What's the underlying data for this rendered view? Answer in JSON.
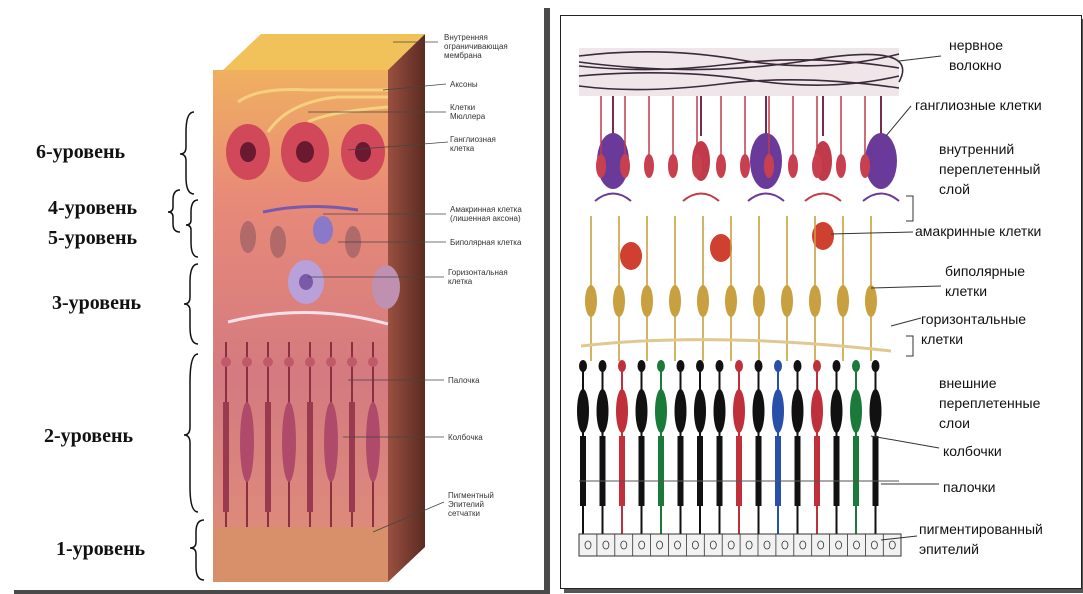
{
  "left": {
    "levels": [
      "6-уровень",
      "4-уровень",
      "5-уровень",
      "3-уровень",
      "2-уровень",
      "1-уровень"
    ],
    "labels": [
      [
        "Внутренняя",
        "ограничивающая",
        "мембрана"
      ],
      [
        "Аксоны"
      ],
      [
        "Клетки",
        "Мюллера"
      ],
      [
        "Ганглиозная",
        "клетка"
      ],
      [
        "Амакринная клетка",
        "(лишенная аксона)"
      ],
      [
        "Биполярная клетка"
      ],
      [
        "Горизонтальная",
        "клетка"
      ],
      [
        "Палочка"
      ],
      [
        "Колбочка"
      ],
      [
        "Пигментный",
        "Эпителий",
        "сетчатки"
      ]
    ]
  },
  "right": {
    "labels": [
      [
        "нервное",
        "волокно"
      ],
      [
        "ганглиозные клетки"
      ],
      [
        "внутренний",
        "переплетенный",
        "слой"
      ],
      [
        "амакринные клетки"
      ],
      [
        "биполярные",
        "клетки"
      ],
      [
        "горизонтальные",
        "клетки"
      ],
      [
        "внешние",
        "переплетенные",
        "слои"
      ],
      [
        "колбочки"
      ],
      [
        "палочки"
      ],
      [
        "пигментированный",
        "эпителий"
      ]
    ]
  },
  "colors": {
    "block": "#e49a7c",
    "block_top": "#f0c070",
    "block_side": "#8a4a3a",
    "rod": "#111111",
    "cone_red": "#c0303a",
    "cone_green": "#1a7a3a",
    "cone_blue": "#2850a8",
    "ganglion": "#6a3a9a",
    "bipolar": "#c8a040",
    "amacrine": "#d04030"
  }
}
